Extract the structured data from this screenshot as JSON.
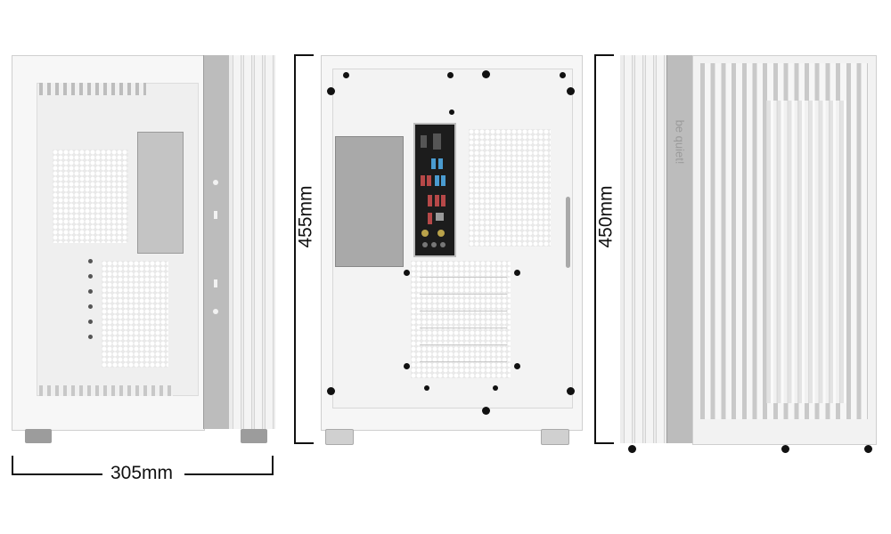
{
  "figure": {
    "subject": "PC case dimension drawing",
    "brand_label": "be quiet!",
    "views": [
      {
        "name": "front-view",
        "dimension_label": "305mm",
        "dimension_axis": "width"
      },
      {
        "name": "rear-view",
        "dimension_label": "455mm",
        "dimension_axis": "height"
      },
      {
        "name": "side-view",
        "dimension_label": "450mm",
        "dimension_axis": "depth"
      }
    ]
  },
  "colors": {
    "case_white": "#f4f4f4",
    "trim_gray": "#b8b8b8",
    "io_black": "#1c1c1c",
    "dimension_line": "#111111"
  }
}
